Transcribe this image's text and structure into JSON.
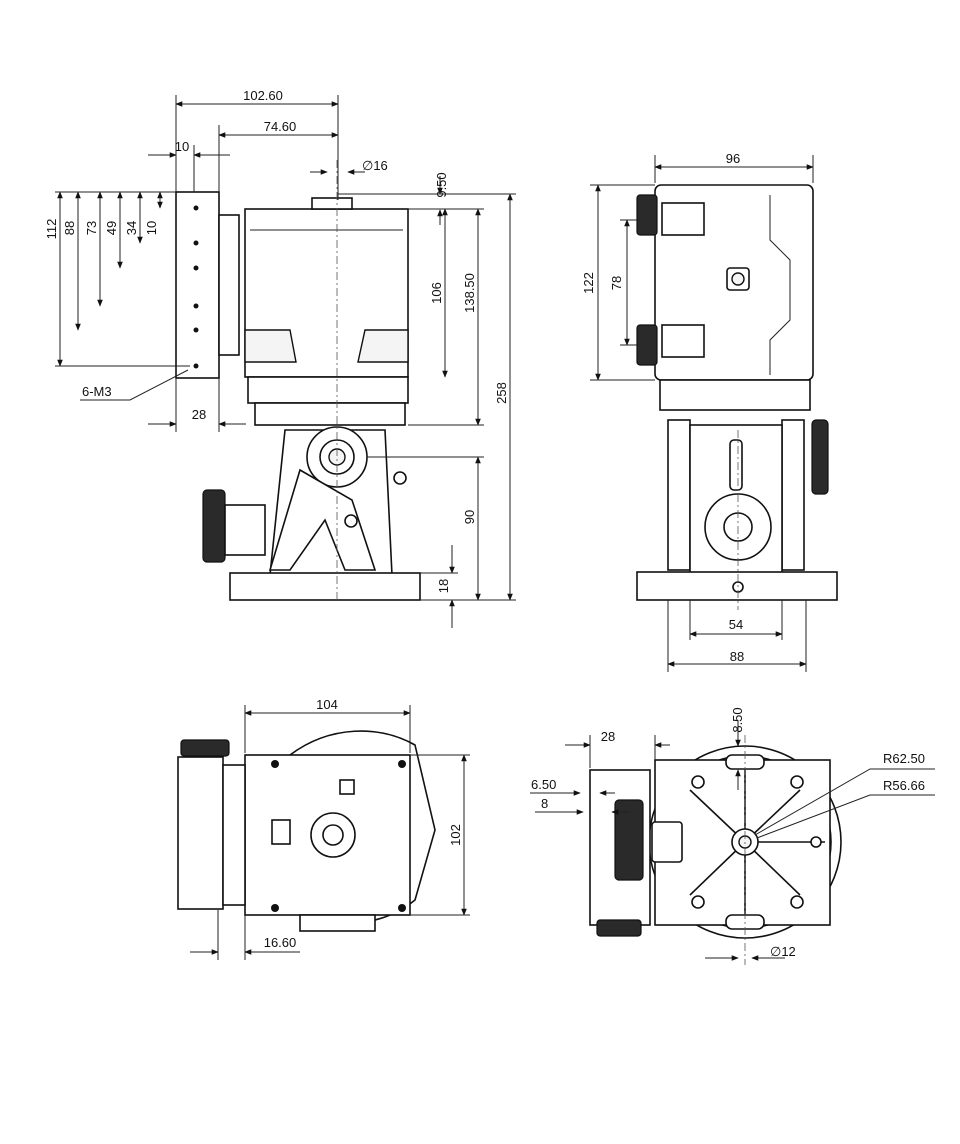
{
  "view_front": {
    "dims": {
      "w102_60": "102.60",
      "w74_60": "74.60",
      "w10_top": "10",
      "dia16": "∅16",
      "h9_50": "9.50",
      "h112": "112",
      "h88": "88",
      "h73": "73",
      "h49": "49",
      "h34": "34",
      "h10": "10",
      "h106": "106",
      "h138_50": "138.50",
      "h258": "258",
      "h90": "90",
      "h18": "18",
      "w28": "28",
      "callout_m3": "6-M3"
    }
  },
  "view_side": {
    "dims": {
      "w96": "96",
      "h122": "122",
      "h78": "78",
      "w54": "54",
      "w88": "88"
    }
  },
  "view_top": {
    "dims": {
      "w104": "104",
      "h102": "102",
      "w16_60": "16.60"
    }
  },
  "view_rear": {
    "dims": {
      "w28": "28",
      "w8_50": "8.50",
      "w6_50": "6.50",
      "w8": "8",
      "r62_50": "R62.50",
      "r56_66": "R56.66",
      "dia12": "∅12"
    }
  }
}
